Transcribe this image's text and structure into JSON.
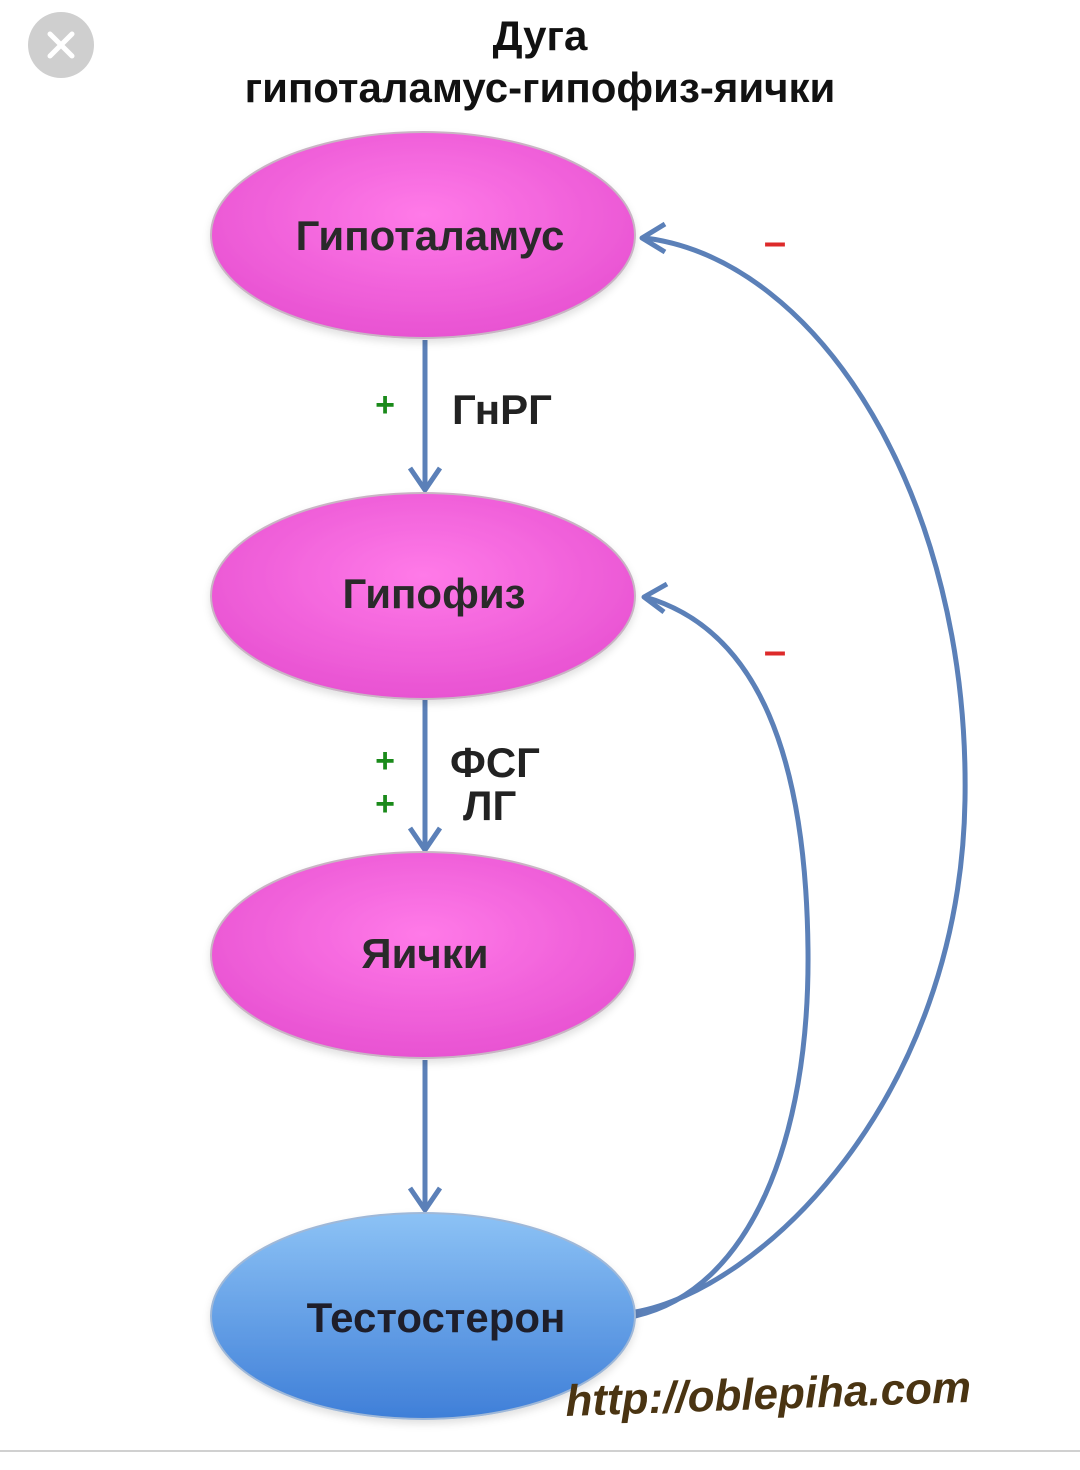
{
  "title": {
    "line1": "Дуга",
    "line2": "гипоталамус-гипофиз-яички"
  },
  "nodes": {
    "hypothalamus": "Гипоталамус",
    "pituitary": "Гипофиз",
    "testes": "Яички",
    "testosterone": "Тестостерон"
  },
  "edges": {
    "hypothalamus_to_pituitary": {
      "sign": "+",
      "label": "ГнРГ"
    },
    "pituitary_to_testes": [
      {
        "sign": "+",
        "label": "ФСГ"
      },
      {
        "sign": "+",
        "label": "ЛГ"
      }
    ],
    "feedback_to_hypothalamus": {
      "sign": "–"
    },
    "feedback_to_pituitary": {
      "sign": "–"
    }
  },
  "watermark": "http://oblepiha.com",
  "colors": {
    "node_pink": "#f060d8",
    "node_blue": "#5a9ee8",
    "arrow": "#5b80b8",
    "plus": "#1a8a1a",
    "minus": "#dd2a2a"
  },
  "icons": {
    "close": "close-icon"
  }
}
